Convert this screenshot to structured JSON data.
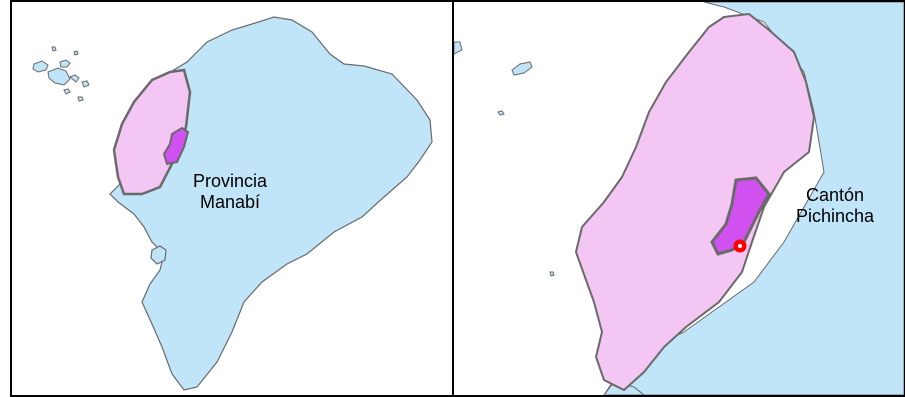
{
  "left_panel": {
    "label_line1": "Provincia",
    "label_line2": "Manabí"
  },
  "right_panel": {
    "label_line1": "Cantón",
    "label_line2": "Pichincha"
  },
  "colors": {
    "country_fill": "#c0e4f8",
    "province_fill": "#f4c6f4",
    "canton_fill": "#d050f0",
    "boundary": "#6a6a6a",
    "sea": "#c0e4f8",
    "point_marker": "#ff0000"
  }
}
